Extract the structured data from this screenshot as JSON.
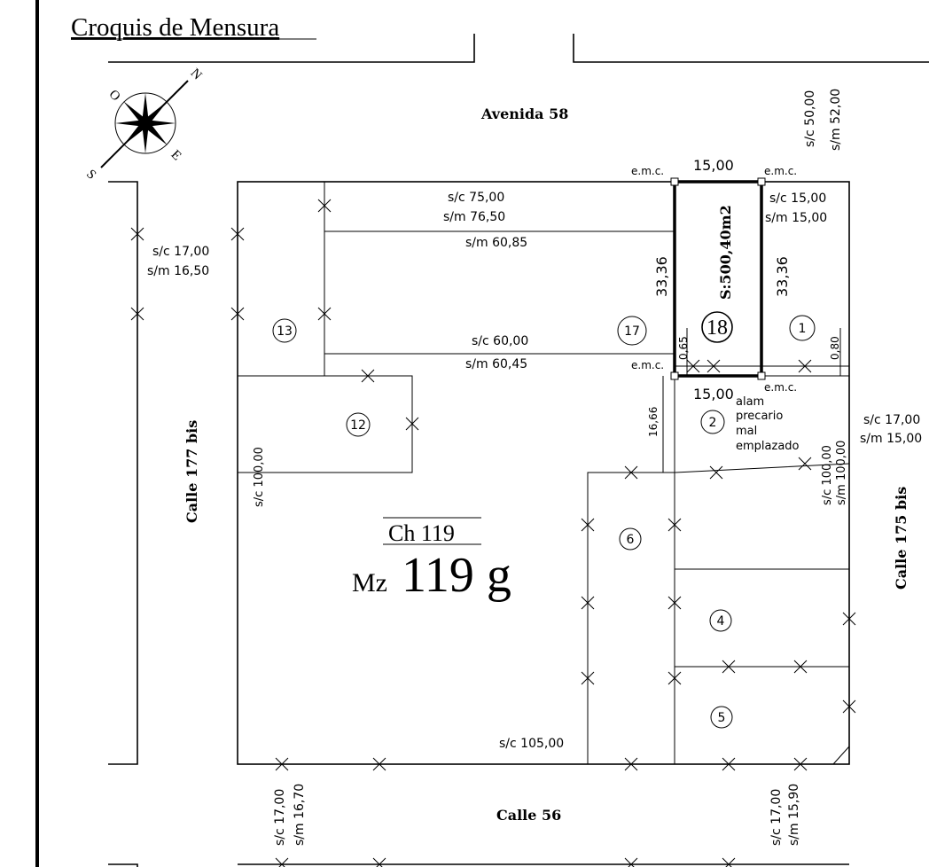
{
  "title": "Croquis de Mensura",
  "compass": {
    "n": "N",
    "s": "S",
    "e": "E",
    "o": "O"
  },
  "streets": {
    "top": "Avenida 58",
    "bottom": "Calle 56",
    "left": "Calle 177  bis",
    "right": "Calle 175  bis"
  },
  "block": {
    "ch": "Ch 119",
    "mz_prefix": "Mz",
    "mz": "119 g"
  },
  "lots": [
    "13",
    "12",
    "17",
    "18",
    "1",
    "2",
    "6",
    "4",
    "5"
  ],
  "lot18_area": "S:500,40m2",
  "labels": {
    "top_right_sc": "s/c  50,00",
    "top_right_sm": "s/m  52,00",
    "left_sc": "s/c  17,00",
    "left_sm": "s/m  16,50",
    "sc_75": "s/c  75,00",
    "sm_76": "s/m  76,50",
    "sm_6085": "s/m  60,85",
    "sc_60": "s/c  60,00",
    "sm_6045": "s/m  60,45",
    "emc": "e.m.c.",
    "front_15": "15,00",
    "back_15": "15,00",
    "side_3336": "33,36",
    "r_sc15": "s/c  15,00",
    "r_sm15": "s/m  15,00",
    "d065": "0,65",
    "d080": "0,80",
    "d1666": "16,66",
    "alam": [
      "alam",
      "precario",
      "mal",
      "emplazado"
    ],
    "sc100": "s/c 100,00",
    "sc100r": "s/c 100,00",
    "sm100r": "s/m 100,00",
    "right_sc": "s/c  17,00",
    "right_sm": "s/m  15,00",
    "sc105": "s/c  105,00",
    "bl_sc": "s/c  17,00",
    "bl_sm": "s/m  16,70",
    "br_sc": "s/c  17,00",
    "br_sm": "s/m  15,90"
  }
}
